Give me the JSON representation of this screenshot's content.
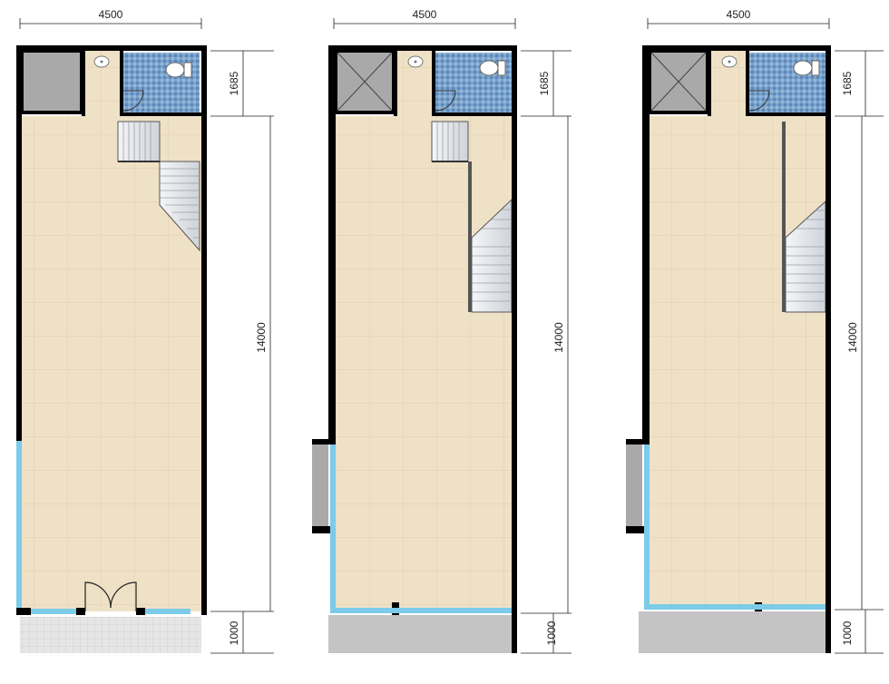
{
  "plans": [
    {
      "width_label": "4500",
      "top_room_label": "1685",
      "main_room_label": "14000",
      "front_label": "1000",
      "variant": "front-door"
    },
    {
      "width_label": "4500",
      "top_room_label": "1685",
      "main_room_label": "14000",
      "front_label": "1000",
      "variant": "glass-front"
    },
    {
      "width_label": "4500",
      "top_room_label": "1685",
      "main_room_label": "14000",
      "front_label": "1000",
      "variant": "glass-front"
    }
  ],
  "colors": {
    "wall": "#000000",
    "floor": "#efe1c6",
    "floor_grid": "#e1d1b1",
    "bath_tile": "#6e9bc8",
    "glass": "#7ccbe8",
    "stair": "#e8eaee",
    "shaft": "#a8a8a8",
    "terrace": "#c4c4c4",
    "paving": "#e2e2e2"
  },
  "icons": [
    "toilet-icon",
    "sink-icon",
    "door-swing-icon",
    "stair-icon"
  ]
}
